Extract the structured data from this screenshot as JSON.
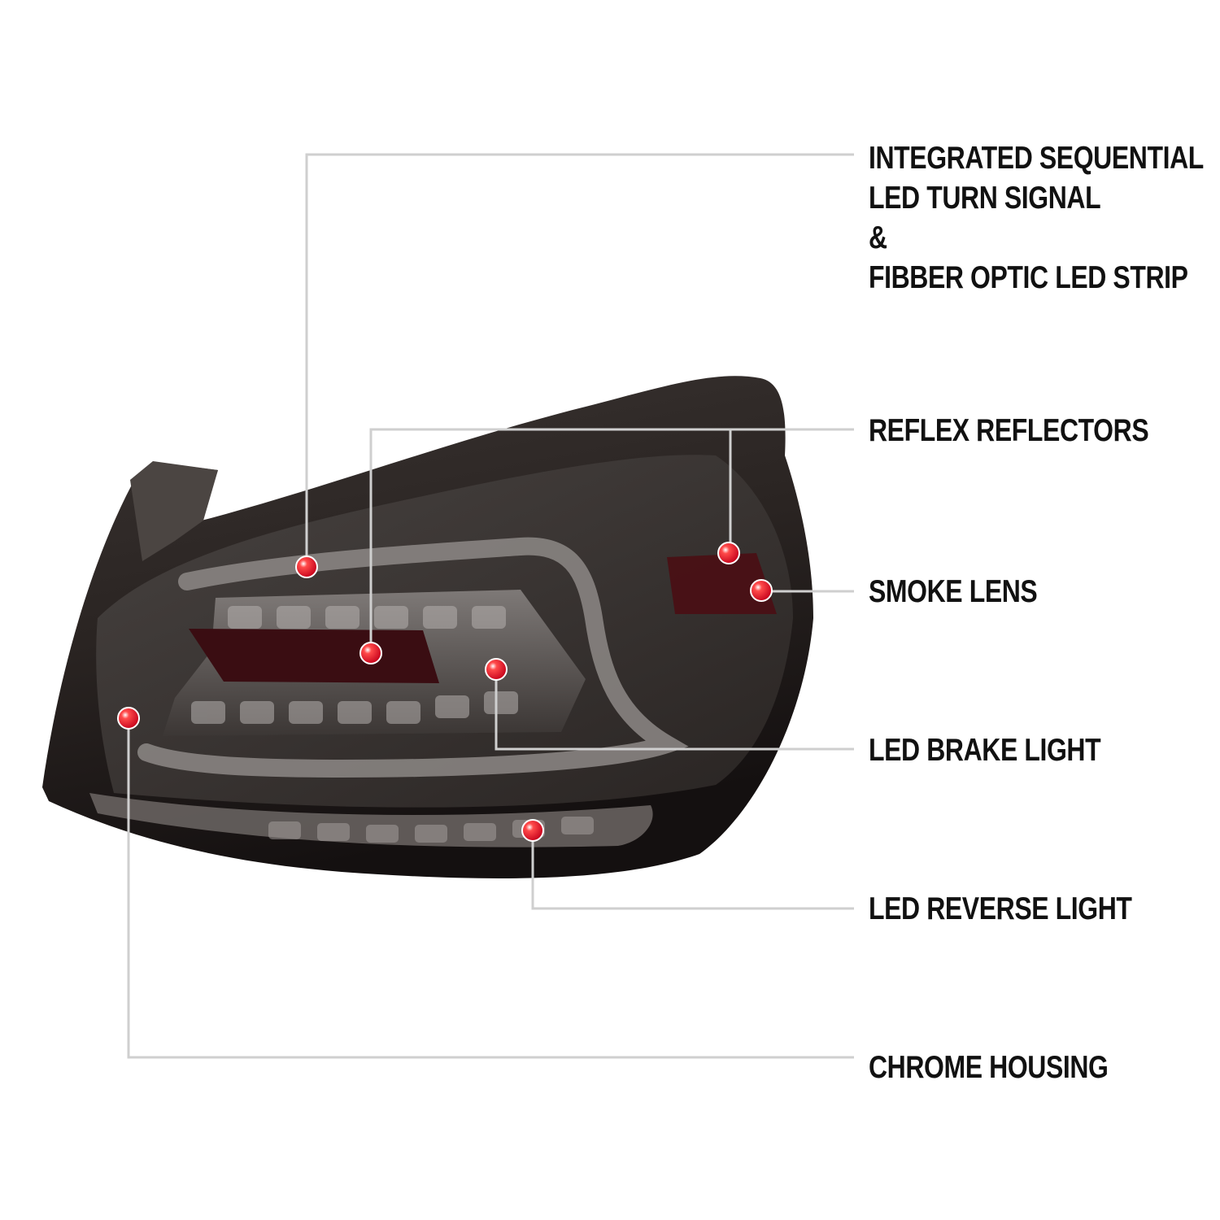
{
  "callouts": {
    "turn_signal": {
      "line1": "INTEGRATED SEQUENTIAL",
      "line2": "LED TURN SIGNAL",
      "line3": "&",
      "line4": "FIBBER OPTIC LED STRIP"
    },
    "reflex_reflectors": "REFLEX REFLECTORS",
    "smoke_lens": "SMOKE LENS",
    "led_brake_light": "LED BRAKE LIGHT",
    "led_reverse_light": "LED REVERSE LIGHT",
    "chrome_housing": "CHROME HOUSING"
  },
  "colors": {
    "leader_line": "#cfcfcf",
    "marker_dot": "#e3001b",
    "smoke_body": "#2b2523"
  }
}
